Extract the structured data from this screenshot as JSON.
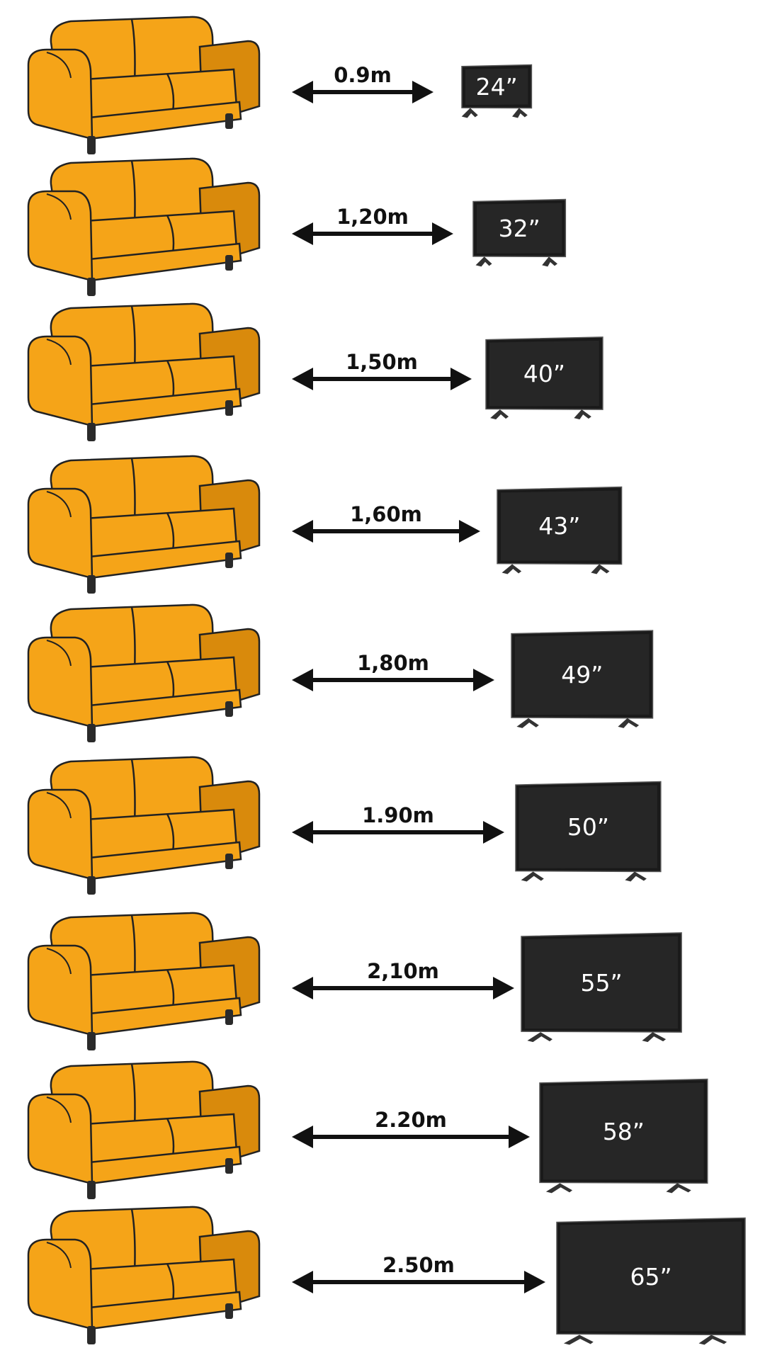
{
  "colors": {
    "background": "#ffffff",
    "sofa": "#f5a418",
    "sofa_shade": "#d98a0c",
    "sofa_outline": "#222222",
    "sofa_leg": "#2a2a2a",
    "arrow": "#111111",
    "tv_body": "#2b2b2b",
    "tv_screen": "#262626",
    "tv_text": "#ffffff"
  },
  "icons": {
    "sofa": "sofa-icon",
    "arrow": "double-arrow-icon",
    "tv": "tv-icon"
  },
  "rows": [
    {
      "distance": "0.9m",
      "tv_size": "24”",
      "relative_tv_size": 0.37
    },
    {
      "distance": "1,20m",
      "tv_size": "32”",
      "relative_tv_size": 0.49
    },
    {
      "distance": "1,50m",
      "tv_size": "40”",
      "relative_tv_size": 0.62
    },
    {
      "distance": "1,60m",
      "tv_size": "43”",
      "relative_tv_size": 0.66
    },
    {
      "distance": "1,80m",
      "tv_size": "49”",
      "relative_tv_size": 0.75
    },
    {
      "distance": "1.90m",
      "tv_size": "50”",
      "relative_tv_size": 0.77
    },
    {
      "distance": "2,10m",
      "tv_size": "55”",
      "relative_tv_size": 0.85
    },
    {
      "distance": "2.20m",
      "tv_size": "58”",
      "relative_tv_size": 0.89
    },
    {
      "distance": "2.50m",
      "tv_size": "65”",
      "relative_tv_size": 1.0
    }
  ]
}
